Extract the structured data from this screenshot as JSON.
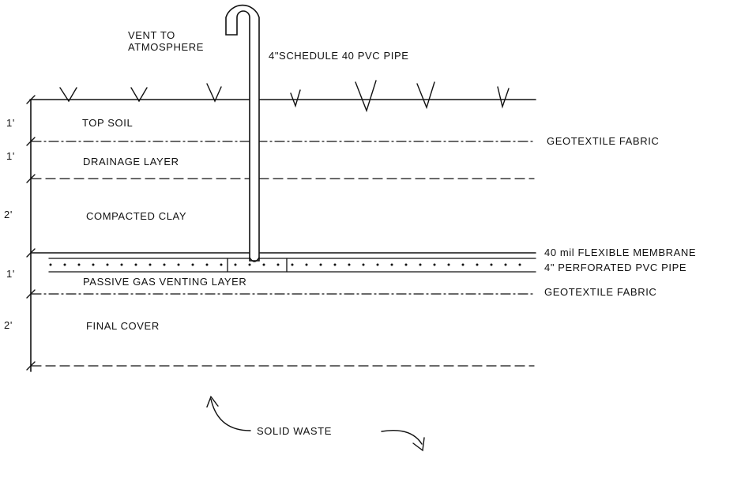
{
  "title": {
    "vent_line1": "VENT TO",
    "vent_line2": "ATMOSPHERE",
    "pipe_label": "4\"SCHEDULE 40 PVC PIPE"
  },
  "layers": [
    {
      "thickness": "1'",
      "name": "TOP SOIL"
    },
    {
      "thickness": "1'",
      "name": "DRAINAGE LAYER"
    },
    {
      "thickness": "2'",
      "name": "COMPACTED CLAY"
    },
    {
      "thickness": "1'",
      "name": "PASSIVE GAS VENTING LAYER"
    },
    {
      "thickness": "2'",
      "name": "FINAL COVER"
    }
  ],
  "callouts": {
    "geotextile_top": "GEOTEXTILE FABRIC",
    "membrane": "40 mil FLEXIBLE MEMBRANE",
    "perforated_pipe": "4\" PERFORATED PVC PIPE",
    "geotextile_bottom": "GEOTEXTILE FABRIC"
  },
  "solid_waste": "SOLID WASTE"
}
